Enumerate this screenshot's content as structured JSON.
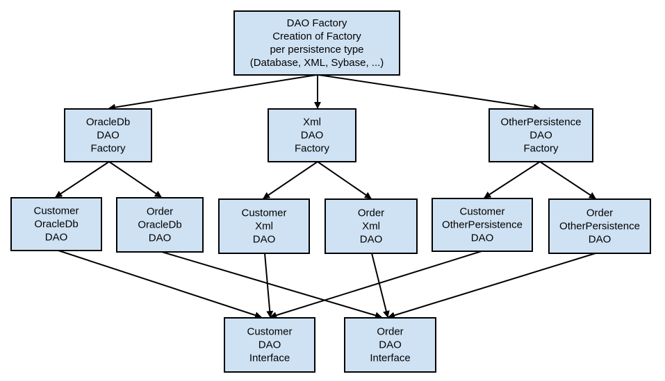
{
  "colors": {
    "box_fill": "#cfe2f3",
    "box_stroke": "#000000",
    "edge": "#000000"
  },
  "nodes": [
    {
      "id": "dao-factory",
      "lines": [
        "DAO Factory",
        "Creation of Factory",
        "per persistence type",
        "(Database, XML, Sybase, ...)"
      ]
    },
    {
      "id": "oracledb-dao-factory",
      "lines": [
        "OracleDb",
        "DAO",
        "Factory"
      ]
    },
    {
      "id": "xml-dao-factory",
      "lines": [
        "Xml",
        "DAO",
        "Factory"
      ]
    },
    {
      "id": "otherpersistence-dao-factory",
      "lines": [
        "OtherPersistence",
        "DAO",
        "Factory"
      ]
    },
    {
      "id": "customer-oracledb-dao",
      "lines": [
        "Customer",
        "OracleDb",
        "DAO"
      ]
    },
    {
      "id": "order-oracledb-dao",
      "lines": [
        "Order",
        "OracleDb",
        "DAO"
      ]
    },
    {
      "id": "customer-xml-dao",
      "lines": [
        "Customer",
        "Xml",
        "DAO"
      ]
    },
    {
      "id": "order-xml-dao",
      "lines": [
        "Order",
        "Xml",
        "DAO"
      ]
    },
    {
      "id": "customer-otherpersistence-dao",
      "lines": [
        "Customer",
        "OtherPersistence",
        "DAO"
      ]
    },
    {
      "id": "order-otherpersistence-dao",
      "lines": [
        "Order",
        "OtherPersistence",
        "DAO"
      ]
    },
    {
      "id": "customer-dao-interface",
      "lines": [
        "Customer",
        "DAO",
        "Interface"
      ]
    },
    {
      "id": "order-dao-interface",
      "lines": [
        "Order",
        "DAO",
        "Interface"
      ]
    }
  ],
  "edges": [
    {
      "from": "dao-factory",
      "to": "oracledb-dao-factory"
    },
    {
      "from": "dao-factory",
      "to": "xml-dao-factory"
    },
    {
      "from": "dao-factory",
      "to": "otherpersistence-dao-factory"
    },
    {
      "from": "oracledb-dao-factory",
      "to": "customer-oracledb-dao"
    },
    {
      "from": "oracledb-dao-factory",
      "to": "order-oracledb-dao"
    },
    {
      "from": "xml-dao-factory",
      "to": "customer-xml-dao"
    },
    {
      "from": "xml-dao-factory",
      "to": "order-xml-dao"
    },
    {
      "from": "otherpersistence-dao-factory",
      "to": "customer-otherpersistence-dao"
    },
    {
      "from": "otherpersistence-dao-factory",
      "to": "order-otherpersistence-dao"
    },
    {
      "from": "customer-oracledb-dao",
      "to": "customer-dao-interface"
    },
    {
      "from": "order-oracledb-dao",
      "to": "order-dao-interface"
    },
    {
      "from": "customer-xml-dao",
      "to": "customer-dao-interface"
    },
    {
      "from": "order-xml-dao",
      "to": "order-dao-interface"
    },
    {
      "from": "customer-otherpersistence-dao",
      "to": "customer-dao-interface"
    },
    {
      "from": "order-otherpersistence-dao",
      "to": "order-dao-interface"
    }
  ]
}
